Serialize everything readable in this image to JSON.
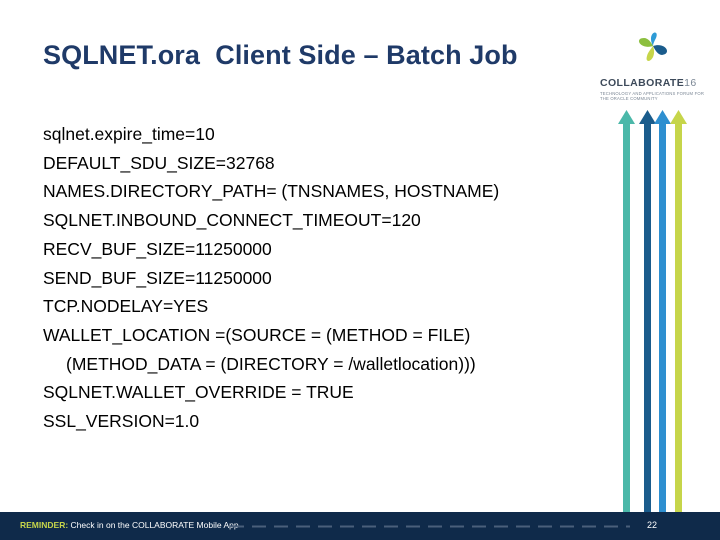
{
  "slide": {
    "title": "SQLNET.ora  Client Side – Batch Job",
    "lines": [
      "sqlnet.expire_time=10",
      "DEFAULT_SDU_SIZE=32768",
      "NAMES.DIRECTORY_PATH= (TNSNAMES, HOSTNAME)",
      "SQLNET.INBOUND_CONNECT_TIMEOUT=120",
      "RECV_BUF_SIZE=11250000",
      "SEND_BUF_SIZE=11250000",
      "TCP.NODELAY=YES",
      "WALLET_LOCATION =(SOURCE = (METHOD = FILE)",
      "(METHOD_DATA = (DIRECTORY = /walletlocation)))",
      "SQLNET.WALLET_OVERRIDE = TRUE",
      "SSL_VERSION=1.0"
    ]
  },
  "logo": {
    "name": "COLLABORATE",
    "number": "16",
    "tagline": "TECHNOLOGY AND APPLICATIONS FORUM FOR THE ORACLE COMMUNITY",
    "colors": [
      "#2e9bd6",
      "#1a5c8c",
      "#8cbf3f",
      "#c6d54a"
    ]
  },
  "arrows": {
    "colors": [
      "#4bb8a9",
      "#1a5c8c",
      "#2e8fd0",
      "#c6d54a"
    ]
  },
  "footer": {
    "label": "REMINDER:",
    "message": "Check in on the COLLABORATE Mobile App",
    "page_number": "22",
    "background": "#0f2a4a"
  }
}
